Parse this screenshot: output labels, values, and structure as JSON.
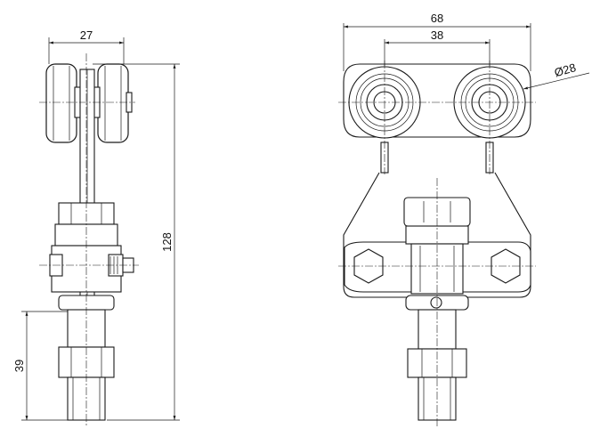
{
  "dimensions": {
    "side_width": "27",
    "side_height": "128",
    "side_thread": "39",
    "front_overall": "68",
    "front_axle": "38",
    "front_wheel_dia": "Ø28"
  },
  "colors": {
    "line": "#1a1a1a",
    "background": "#ffffff"
  }
}
